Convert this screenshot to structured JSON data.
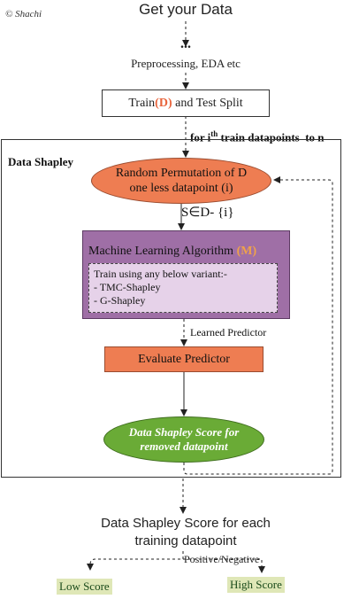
{
  "copyright": "© Shachi",
  "step_get_data": "Get your Data",
  "step_ellipsis": "...",
  "step_preprocess": "Preprocessing, EDA etc",
  "split": {
    "before": "Train",
    "accent": "(D)",
    "after": " and Test Split"
  },
  "loop_label": {
    "before": "for i",
    "sup": "th",
    "after": " train datapoints  to n"
  },
  "group_title": "Data Shapley",
  "permutation": {
    "line1": "Random Permutation of D",
    "line2": "one less datapoint (i)"
  },
  "subset_label": "S∈D- {i}",
  "ml": {
    "title": "Machine Learning Algorithm ",
    "title_accent": "(M)",
    "variants_intro": "Train using any below variant:-",
    "variants": [
      "- TMC-Shapley",
      "- G-Shapley"
    ]
  },
  "learned_predictor": "Learned Predictor",
  "evaluate": "Evaluate Predictor",
  "score": {
    "line1": "Data Shapley Score for",
    "line2": "removed datapoint"
  },
  "final": {
    "line1": "Data Shapley Score for each",
    "line2": "training datapoint"
  },
  "posneg": "Positive/Negative",
  "low_score": "Low Score",
  "high_score": "High Score",
  "colors": {
    "accent_orange": "#e8643c",
    "node_orange": "#ee7d52",
    "ml_purple": "#9f6fa6",
    "ml_inner": "#e6d2e9",
    "score_green": "#6aab36",
    "chip_bg": "#dfe7b7"
  }
}
